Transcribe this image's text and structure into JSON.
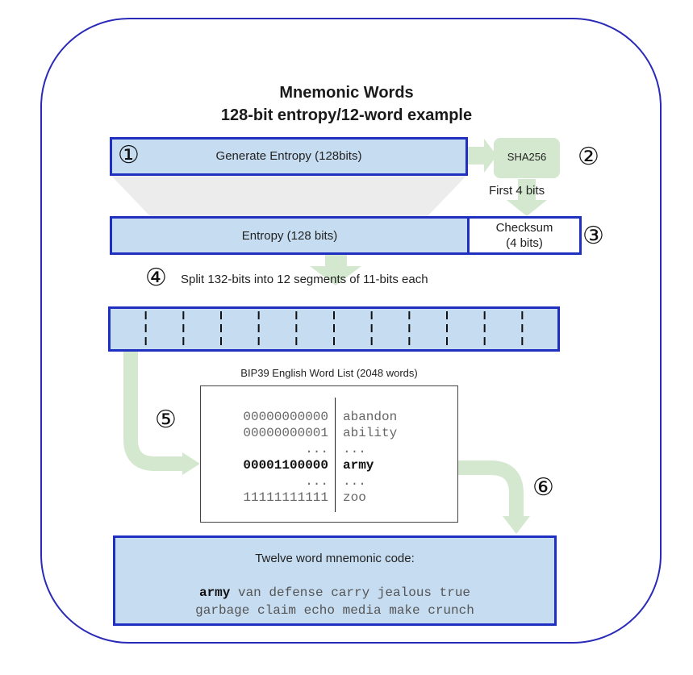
{
  "title": {
    "line1": "Mnemonic Words",
    "line2": "128-bit entropy/12-word example"
  },
  "steps": {
    "step1": {
      "number": "①",
      "label": "Generate Entropy (128bits)"
    },
    "step2": {
      "number": "②",
      "label": "SHA256",
      "arrow_label": "First 4 bits"
    },
    "step3": {
      "number": "③",
      "entropy_label": "Entropy (128 bits)",
      "checksum_line1": "Checksum",
      "checksum_line2": "(4 bits)"
    },
    "step4": {
      "number": "④",
      "label": "Split 132-bits into 12 segments of 11-bits each",
      "segments": 12
    },
    "step5": {
      "number": "⑤"
    },
    "step6": {
      "number": "⑥"
    }
  },
  "wordlist": {
    "title": "BIP39 English Word List (2048 words)",
    "rows": [
      {
        "bits": "00000000000",
        "word": "abandon",
        "bold": false
      },
      {
        "bits": "00000000001",
        "word": "ability",
        "bold": false
      },
      {
        "bits": "...",
        "word": "...",
        "bold": false
      },
      {
        "bits": "00001100000",
        "word": "army",
        "bold": true
      },
      {
        "bits": "...",
        "word": "...",
        "bold": false
      },
      {
        "bits": "11111111111",
        "word": "zoo",
        "bold": false
      }
    ]
  },
  "mnemonic": {
    "heading": "Twelve word mnemonic code:",
    "first_word": "army",
    "line1_rest": " van defense carry jealous true",
    "line2": "garbage claim echo media make crunch"
  },
  "colors": {
    "frame_border": "#2a2ab8",
    "box_fill": "#c6dcf1",
    "box_border": "#1f2fc0",
    "arrow_green": "#d4e8cf",
    "funnel_gray": "#ececec"
  }
}
